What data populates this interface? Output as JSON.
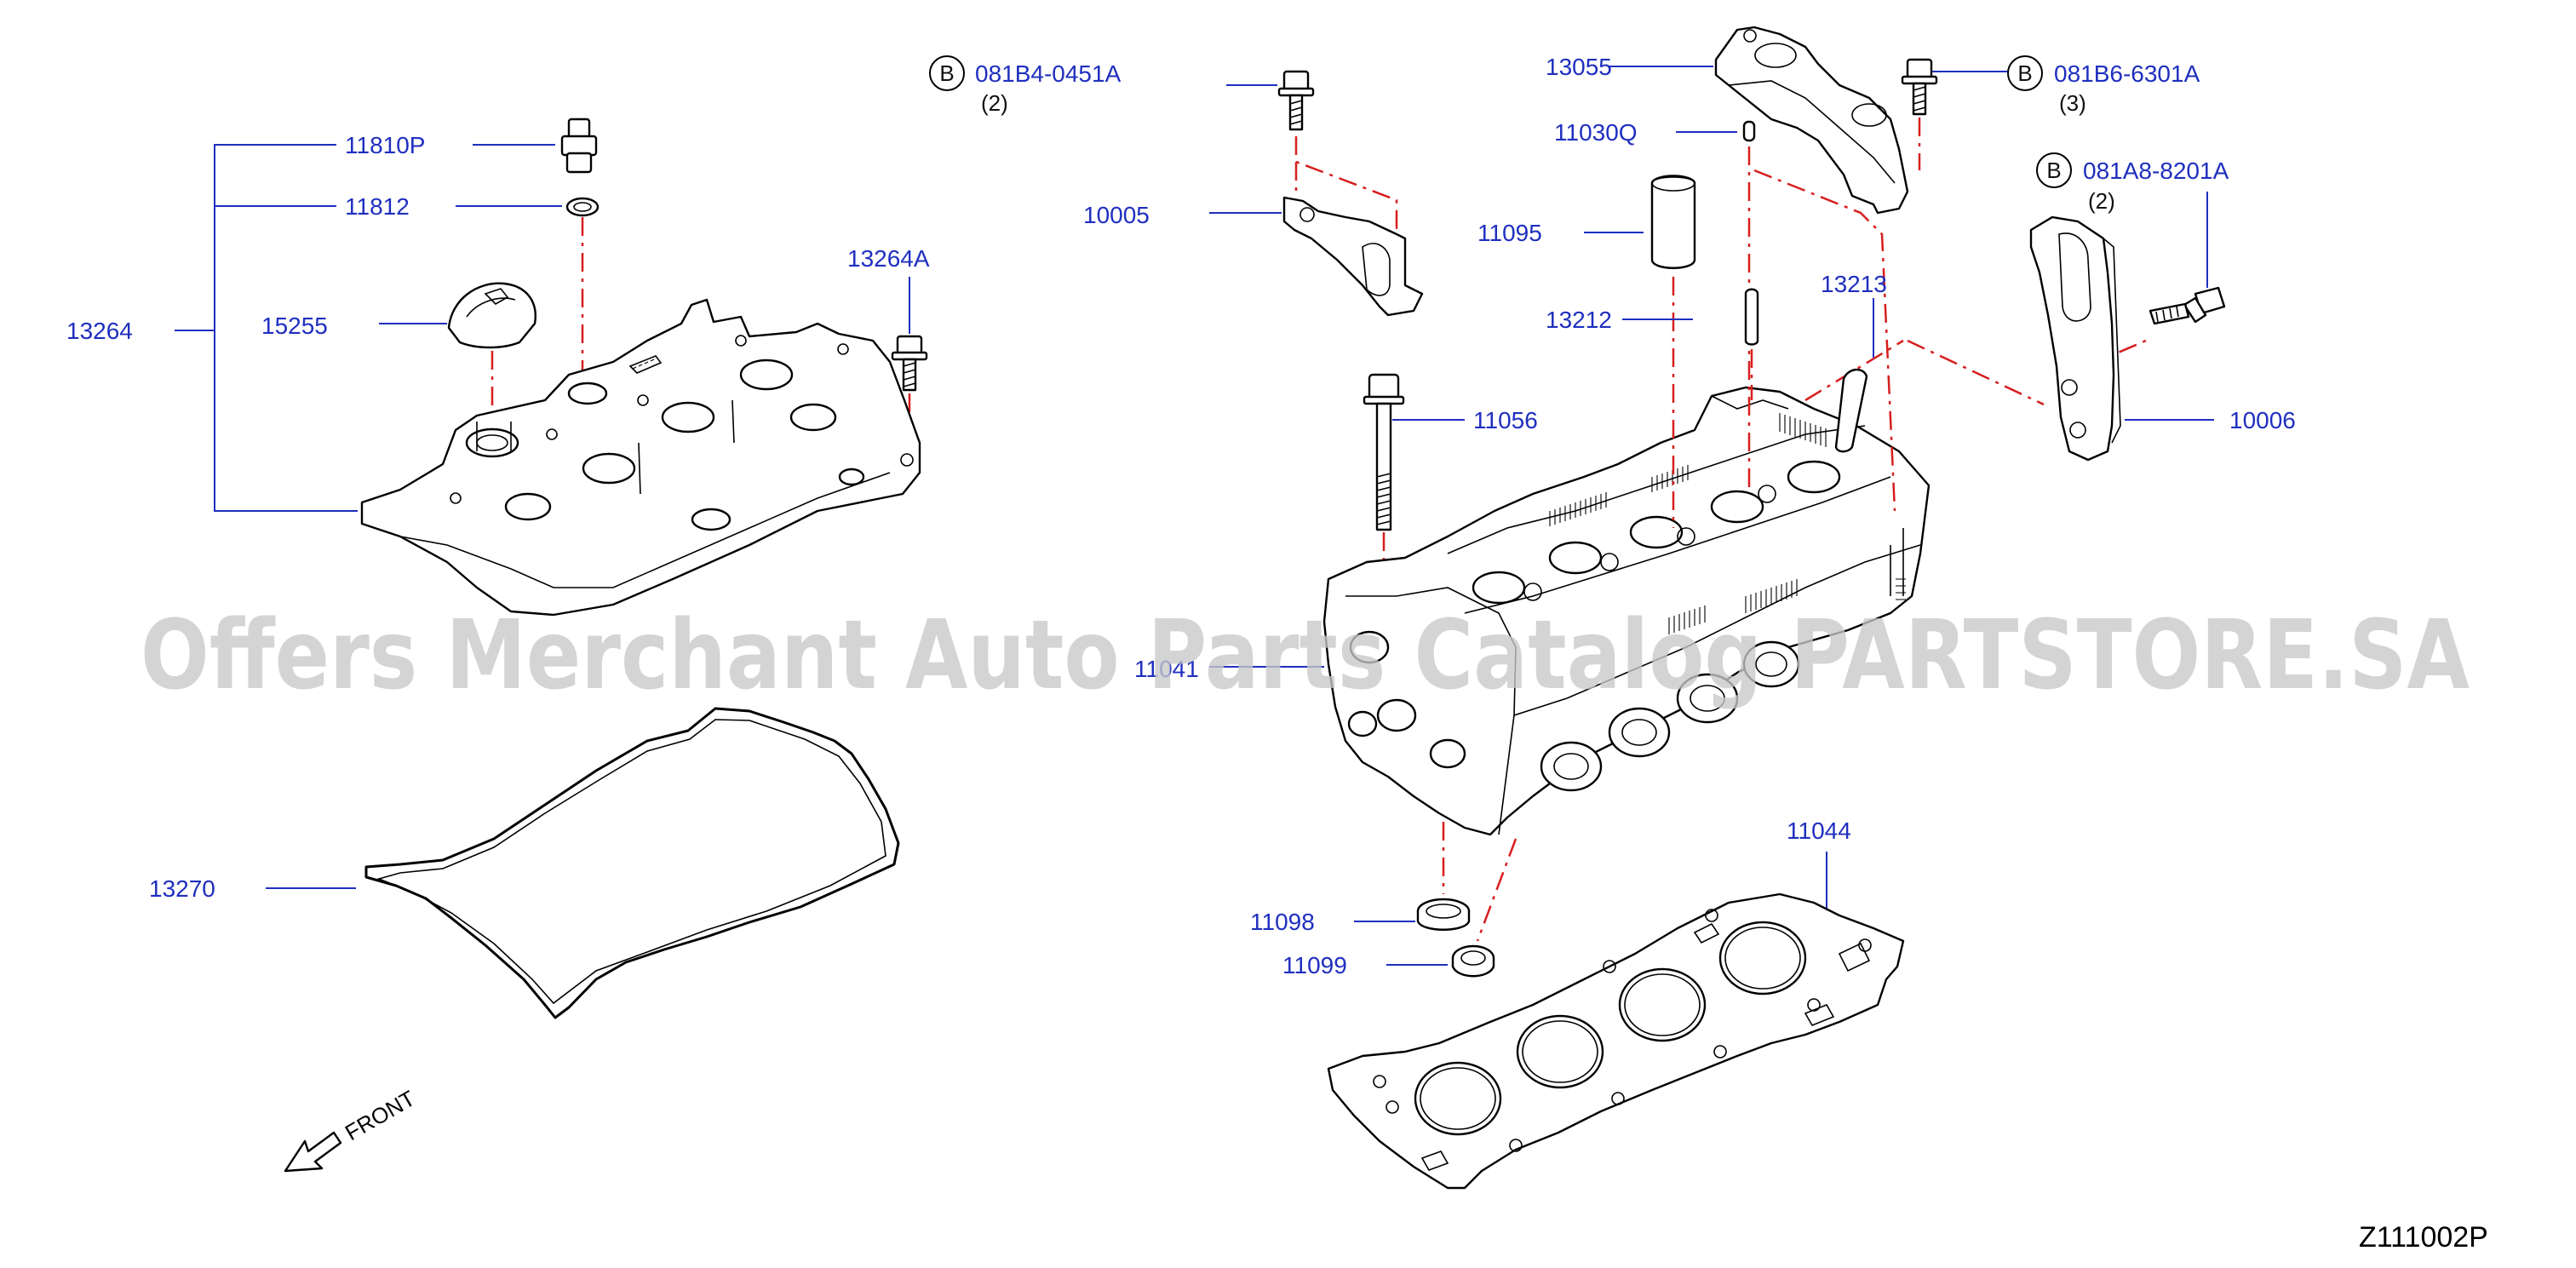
{
  "diagram": {
    "parts": {
      "p11810P": "11810P",
      "p11812": "11812",
      "p13264": "13264",
      "p15255": "15255",
      "p13264A": "13264A",
      "p13270": "13270",
      "p10005": "10005",
      "p11056": "11056",
      "p11041": "11041",
      "p11098": "11098",
      "p11099": "11099",
      "p11044": "11044",
      "p13055": "13055",
      "p11030Q": "11030Q",
      "p11095": "11095",
      "p13212": "13212",
      "p13213": "13213",
      "p10006": "10006"
    },
    "bolts": [
      {
        "badge": "B",
        "code": "081B4-0451A",
        "qty": "(2)"
      },
      {
        "badge": "B",
        "code": "081B6-6301A",
        "qty": "(3)"
      },
      {
        "badge": "B",
        "code": "081A8-8201A",
        "qty": "(2)"
      }
    ],
    "front_label": "FRONT",
    "diagram_code": "Z111002P",
    "watermark": "Offers Merchant Auto Parts Catalog PARTSTORE.SA"
  }
}
